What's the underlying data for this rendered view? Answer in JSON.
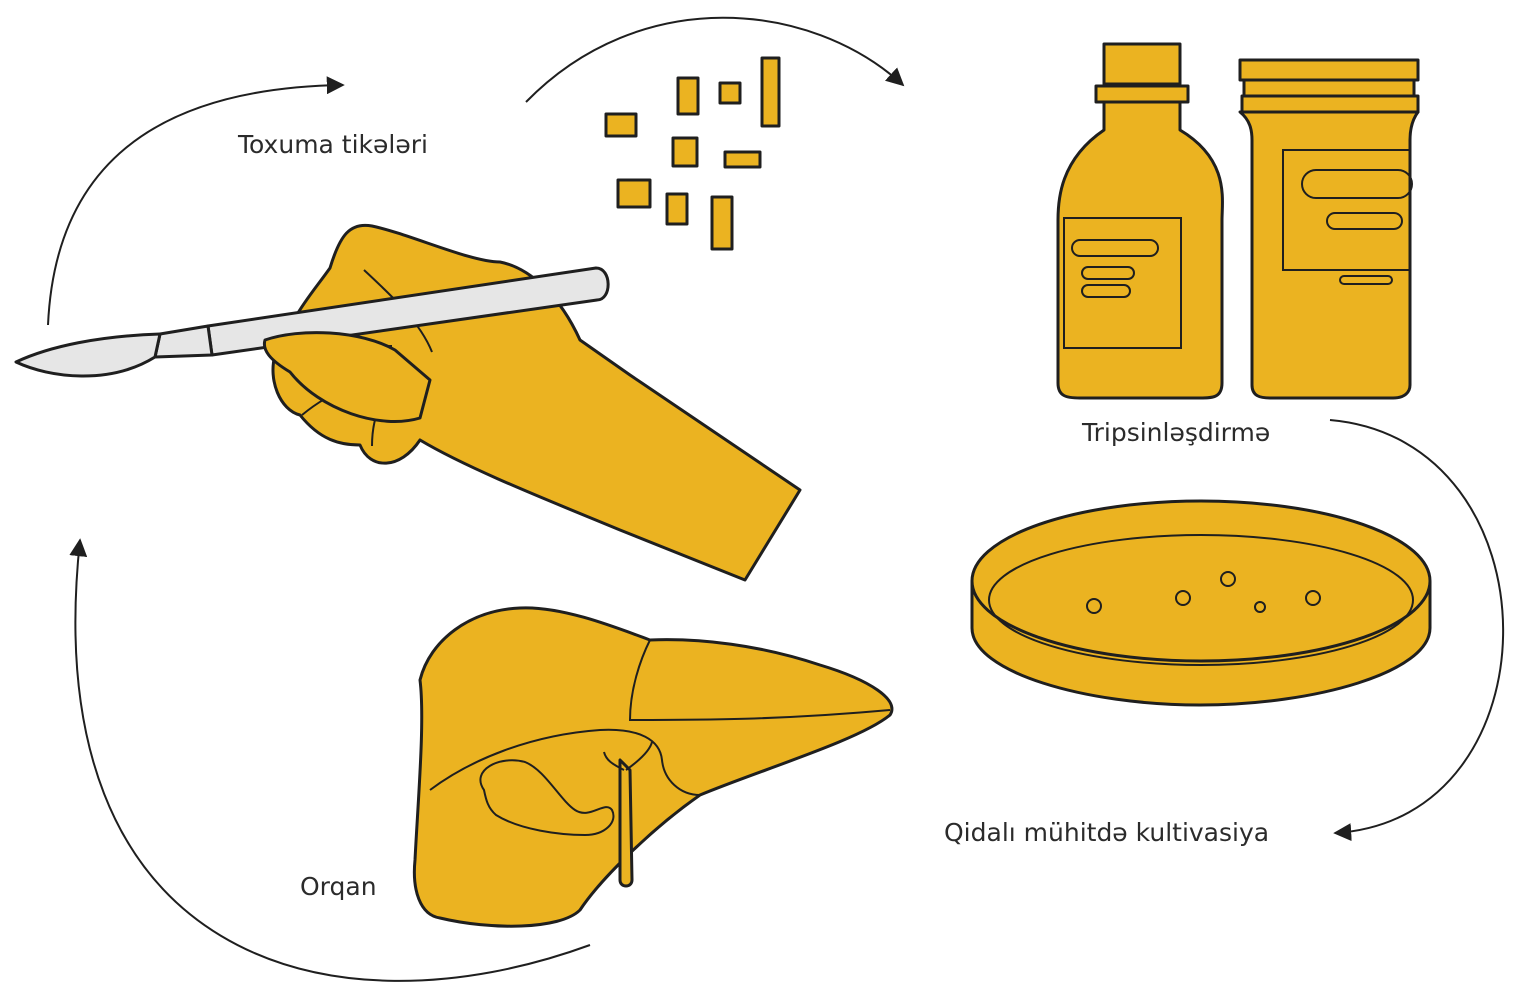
{
  "labels": {
    "tissue_pieces": "Toxuma tikələri",
    "trypsinization": "Tripsinləşdirmə",
    "culture": "Qidalı mühitdə kultivasiya",
    "organ": "Orqan"
  },
  "colors": {
    "fill": "#EBB321",
    "outline": "#1f1f1f",
    "blade": "#e6e6e6"
  },
  "icons": [
    "hand-icon",
    "scalpel-icon",
    "tissue-pieces-icon",
    "bottle-icon",
    "jar-icon",
    "petri-dish-icon",
    "liver-icon",
    "cycle-arrow-icon"
  ]
}
